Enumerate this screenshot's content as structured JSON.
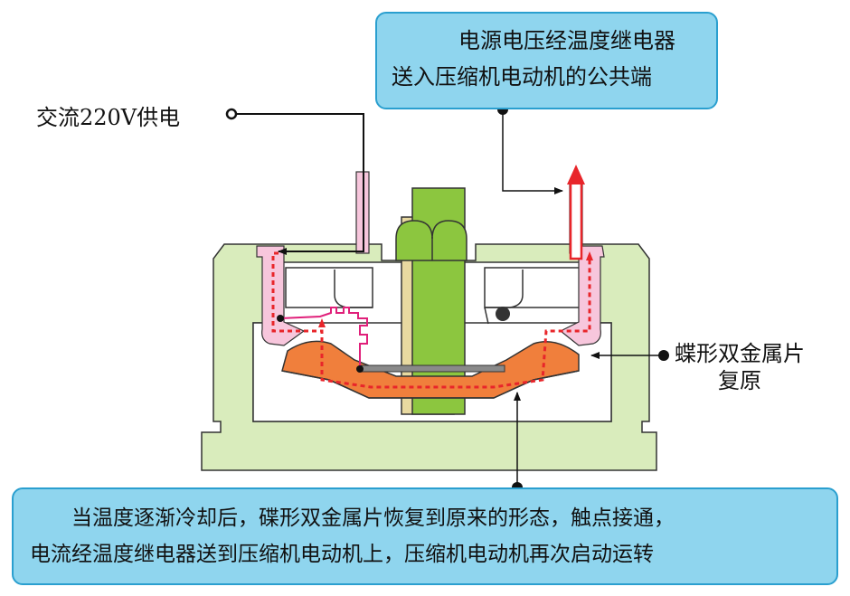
{
  "top_callout": {
    "line1": "电源电压经温度继电器",
    "line2": "送入压缩机电动机的公共端"
  },
  "supply_label": "交流220V供电",
  "bimetal_label": {
    "line1": "蝶形双金属片",
    "line2": "复原"
  },
  "bottom_callout": {
    "line1": "当温度逐渐冷却后，碟形双金属片恢复到原来的形态，触点接通，",
    "line2": "电流经温度继电器送到压缩机电动机上，压缩机电动机再次启动运转"
  },
  "colors": {
    "callout_fill": "#8fd5ee",
    "callout_border": "#2a9fcf",
    "housing": "#d9ecbc",
    "nut": "#8cc63f",
    "bimetal": "#f07f3c",
    "terminal": "#f7c6dc",
    "current_path": "#e8252a",
    "base": "#d4ecf5"
  }
}
